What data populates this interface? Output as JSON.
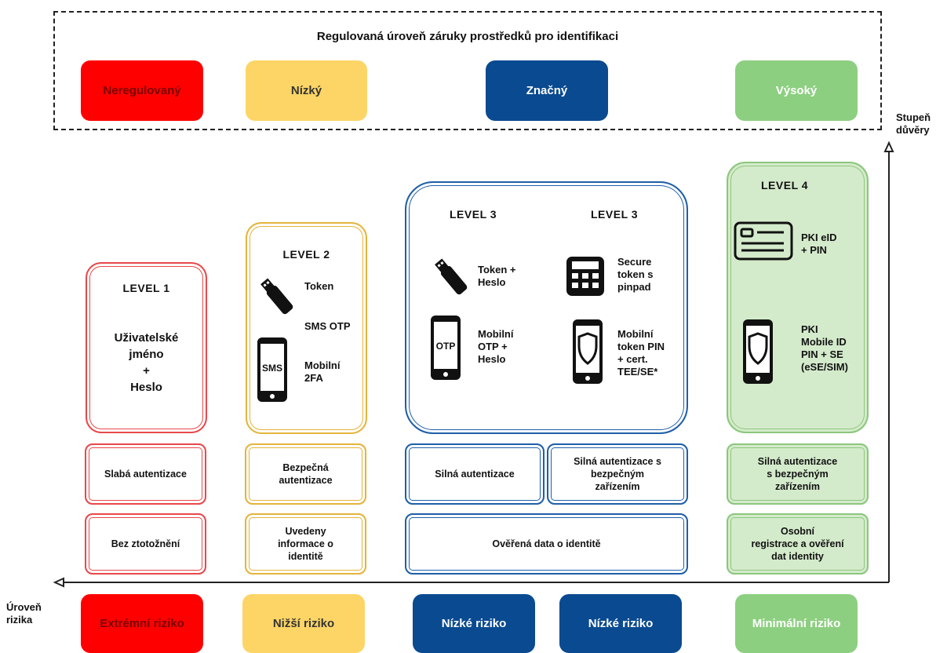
{
  "top": {
    "title": "Regulovaná úroveň záruky prostředků pro identifikaci",
    "assurance": [
      "Neregulovaný",
      "Nízký",
      "Značný",
      "Výsoký"
    ]
  },
  "axes": {
    "trust_label": [
      "Stupeň",
      "důvěry"
    ],
    "risk_label": [
      "Úroveň",
      "rizika"
    ]
  },
  "level1": {
    "title": "LEVEL 1",
    "method": [
      "Uživatelské",
      "jméno",
      "+",
      "Heslo"
    ],
    "auth": "Slabá autentizace",
    "identity": "Bez ztotožnění"
  },
  "level2": {
    "title": "LEVEL 2",
    "token": "Token",
    "sms_otp": "SMS OTP",
    "sms_phone_text": "SMS",
    "mobile_2fa": [
      "Mobilní",
      "2FA"
    ],
    "auth": [
      "Bezpečná",
      "autentizace"
    ],
    "identity": [
      "Uvedeny",
      "informace o",
      "identitě"
    ]
  },
  "level3a": {
    "title": "LEVEL 3",
    "token": [
      "Token +",
      "Heslo"
    ],
    "otp_phone_text": "OTP",
    "mobile": [
      "Mobilní",
      "OTP +",
      "Heslo"
    ],
    "auth": "Silná autentizace"
  },
  "level3b": {
    "title": "LEVEL 3",
    "secure_token": [
      "Secure",
      "token s",
      "pinpad"
    ],
    "mobile": [
      "Mobilní",
      "token PIN",
      "+ cert.",
      "TEE/SE*"
    ],
    "auth": [
      "Silná autentizace s",
      "bezpečným",
      "zařízením"
    ]
  },
  "level3_identity": "Ověřená data o identitě",
  "level4": {
    "title": "LEVEL 4",
    "pki_eid": [
      "PKI eID",
      "+ PIN"
    ],
    "pki_mobile": [
      "PKI",
      "Mobile ID",
      "PIN + SE",
      "(eSE/SIM)"
    ],
    "auth": [
      "Silná autentizace",
      "s bezpečným",
      "zařízením"
    ],
    "identity": [
      "Osobní",
      "registrace a ověření",
      "dat identity"
    ]
  },
  "risk": [
    "Extrémní riziko",
    "Nižší riziko",
    "Nízké riziko",
    "Nízké riziko",
    "Minimální riziko"
  ],
  "colors": {
    "red": "#ff0000",
    "yellow": "#fdd566",
    "blue": "#0a4a90",
    "green": "#8dcf80",
    "dark_red_text": "#7a0000"
  }
}
